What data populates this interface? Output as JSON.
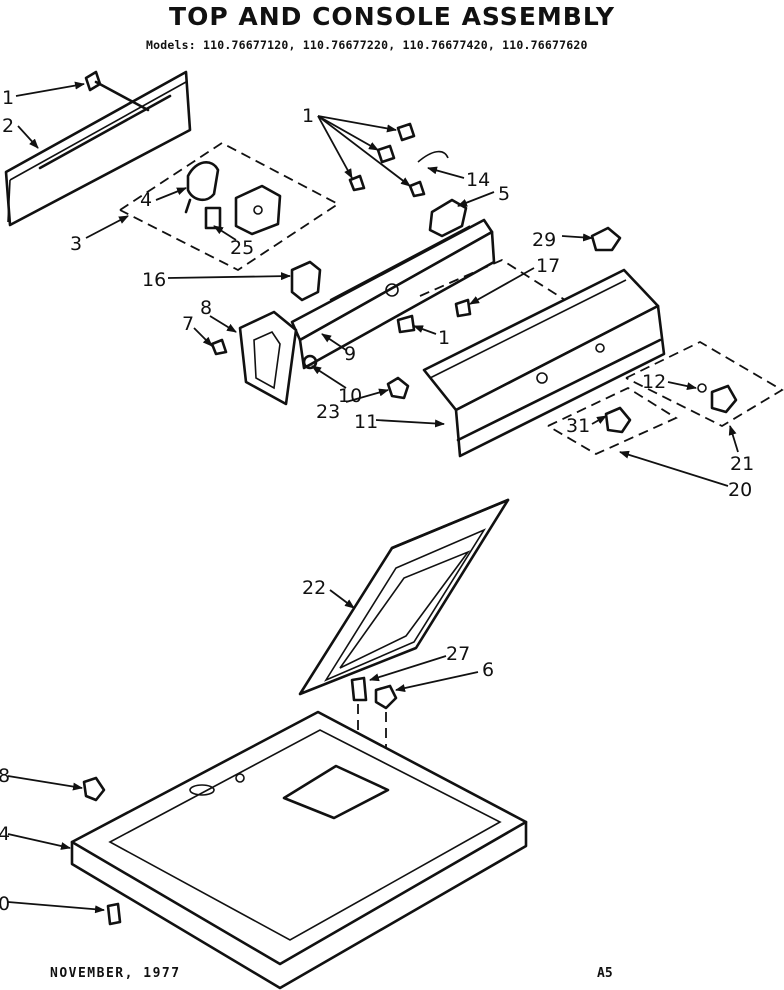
{
  "header": {
    "title": "TOP AND CONSOLE ASSEMBLY",
    "models": "Models: 110.76677120, 110.76677220, 110.76677420, 110.76677620"
  },
  "footer": {
    "date": "NOVEMBER, 1977",
    "page": "A5"
  },
  "callouts": [
    "1",
    "2",
    "3",
    "4",
    "25",
    "1",
    "14",
    "5",
    "16",
    "29",
    "17",
    "8",
    "7",
    "1",
    "9",
    "10",
    "23",
    "11",
    "12",
    "31",
    "21",
    "20",
    "22",
    "27",
    "6",
    "8",
    "4",
    "0"
  ]
}
